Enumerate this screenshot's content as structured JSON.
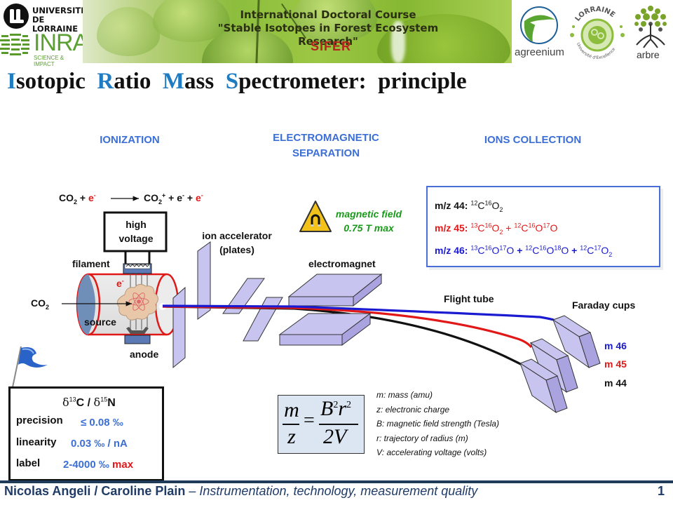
{
  "header": {
    "logos": {
      "univ_lorraine": {
        "line1": "UNIVERSITÉ",
        "line2": "DE LORRAINE"
      },
      "inra": {
        "name": "INRA",
        "tagline": "SCIENCE & IMPACT"
      },
      "agreenium": "agreenium",
      "lorraine_excellence": {
        "arc_top": "LORRAINE",
        "arc_bottom": "Université d'Excellence"
      },
      "arbre": "arbre"
    },
    "banner": {
      "line1": "International Doctoral Course",
      "line2": "\"Stable Isotopes in Forest Ecosystem Research\"",
      "acronym": "SIFER"
    }
  },
  "title": {
    "words": [
      {
        "cap": "I",
        "rest": "sotopic"
      },
      {
        "cap": "R",
        "rest": "atio"
      },
      {
        "cap": "M",
        "rest": "ass"
      },
      {
        "cap": "S",
        "rest": "pectrometer:"
      }
    ],
    "tail": "principle",
    "accent_color": "#1f7bc2"
  },
  "sections": {
    "ionization": "IONIZATION",
    "separation_line1": "ELECTROMAGNETIC",
    "separation_line2": "SEPARATION",
    "collection": "IONS COLLECTION"
  },
  "reaction": {
    "left": "CO",
    "left_sub": "2",
    "plus1": " + ",
    "e1": "e",
    "e1_sup": "-",
    "right": "CO",
    "right_sub": "2",
    "right_sup": "+",
    "plus2": " + e",
    "e2_sup": "-",
    "plus3": " + ",
    "e3": "e",
    "e3_sup": "-"
  },
  "labels": {
    "high_voltage_1": "high",
    "high_voltage_2": "voltage",
    "filament": "filament",
    "electron": "e",
    "electron_sup": "-",
    "co2": "CO",
    "co2_sub": "2",
    "source": "source",
    "anode": "anode",
    "ion_accelerator_1": "ion accelerator",
    "ion_accelerator_2": "(plates)",
    "magnetic_field_1": "magnetic field",
    "magnetic_field_2": "0.75 T max",
    "electromagnet": "electromagnet",
    "flight_tube": "Flight tube",
    "faraday_cups": "Faraday cups",
    "m46": "m 46",
    "m45": "m 45",
    "m44": "m 44"
  },
  "beam_colors": {
    "m44": "#111111",
    "m45": "#e01818",
    "m46": "#1a1ad0"
  },
  "mz_box": {
    "rows": [
      {
        "label": "m/z 44:",
        "color": "#111111",
        "parts": [
          {
            "sup": "12",
            "t": "C"
          },
          {
            "sup": "16",
            "t": "O"
          },
          {
            "sub": "2"
          }
        ]
      },
      {
        "label": "m/z 45:",
        "color": "#e01818",
        "parts": [
          {
            "sup": "13",
            "t": "C"
          },
          {
            "sup": "16",
            "t": "O"
          },
          {
            "sub": "2"
          },
          {
            "t": " + "
          },
          {
            "sup": "12",
            "t": "C"
          },
          {
            "sup": "16",
            "t": "O"
          },
          {
            "sup": "17",
            "t": "O"
          }
        ]
      },
      {
        "label": "m/z 46:",
        "color": "#1a1ad0",
        "parts": [
          {
            "t": " "
          },
          {
            "sup": "13",
            "t": "C"
          },
          {
            "sup": "16",
            "t": "O"
          },
          {
            "sup": "17",
            "t": "O"
          },
          {
            "t": " + ",
            "b": true
          },
          {
            "sup": "12",
            "t": "C"
          },
          {
            "sup": "16",
            "t": "O"
          },
          {
            "sup": "18",
            "t": "O"
          },
          {
            "t": " + ",
            "b": true
          },
          {
            "sup": "12",
            "t": "C"
          },
          {
            "sup": "17",
            "t": "O"
          },
          {
            "sub": "2"
          }
        ]
      }
    ]
  },
  "spec_box": {
    "header": {
      "d1": "δ",
      "s1": "13",
      "t1": "C / ",
      "d2": "δ",
      "s2": "15",
      "t2": "N"
    },
    "precision_label": "precision",
    "precision_value": "≤ 0.08 ‰",
    "linearity_label": "linearity",
    "linearity_value": "0.03 ‰ / nA",
    "label_label": "label",
    "label_value": "2-4000 ‰",
    "label_max": "max"
  },
  "formula": {
    "lhs_num": "m",
    "lhs_den": "z",
    "eq": "=",
    "rhs_num_B": "B",
    "rhs_num_B_exp": "2",
    "rhs_num_r": "r",
    "rhs_num_r_exp": "2",
    "rhs_den": "2V"
  },
  "formula_legend": [
    "m: mass (amu)",
    "z: electronic charge",
    "B: magnetic field strength (Tesla)",
    "r: trajectory of radius (m)",
    "V: accelerating voltage (volts)"
  ],
  "footer": {
    "authors": "Nicolas Angeli / Caroline Plain",
    "dash": " – ",
    "subtitle": "Instrumentation, technology, measurement quality",
    "page": "1"
  }
}
